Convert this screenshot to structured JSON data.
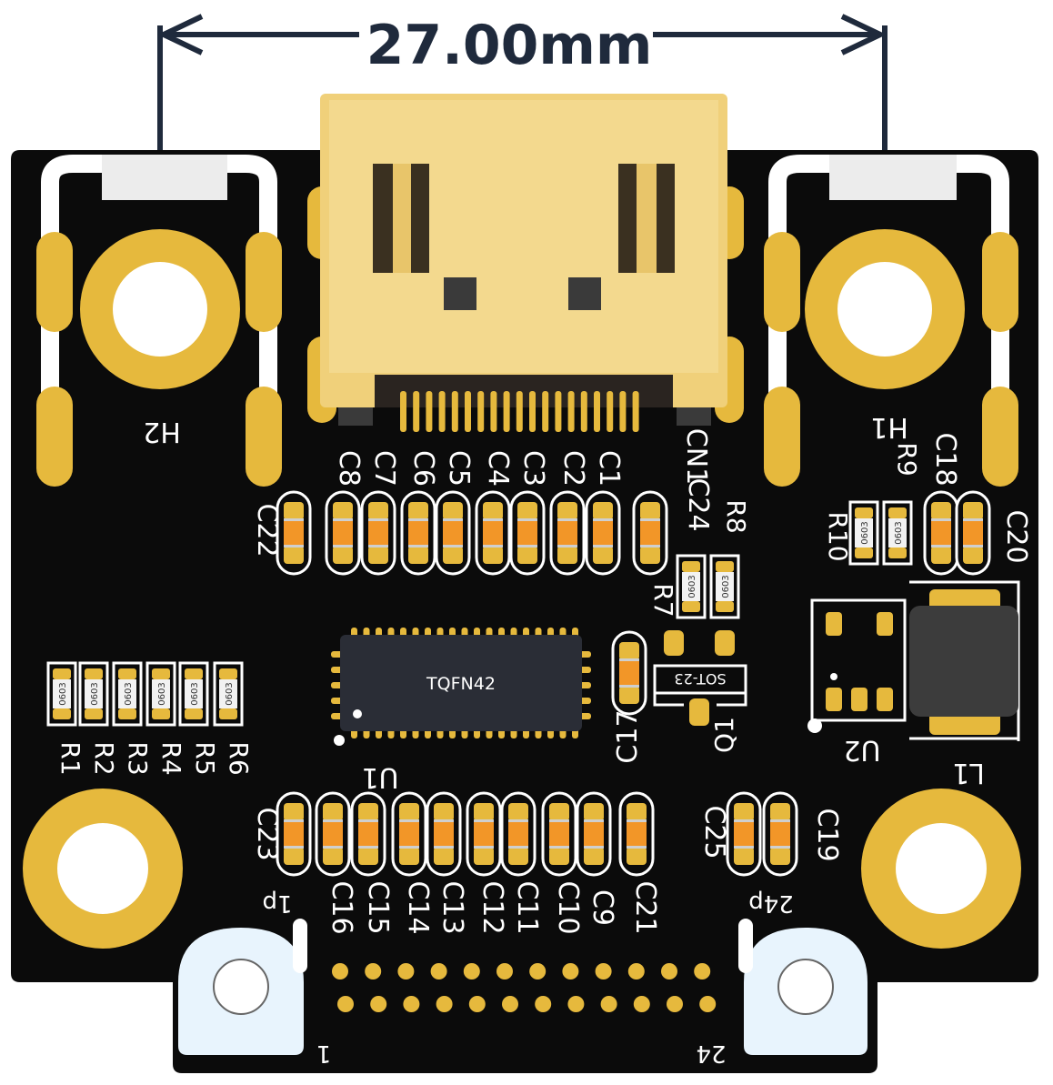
{
  "dimension": {
    "label": "27.00mm"
  },
  "ic": {
    "package": "TQFN42"
  },
  "sot": {
    "package": "SOT-23"
  },
  "resistor_pkg": "0603",
  "refdes": {
    "H1": "H1",
    "H2": "H2",
    "CN1": "CN1",
    "U1": "U1",
    "U2": "U2",
    "Q1": "Q1",
    "L1": "L1",
    "R1": "R1",
    "R2": "R2",
    "R3": "R3",
    "R4": "R4",
    "R5": "R5",
    "R6": "R6",
    "R7": "R7",
    "R8": "R8",
    "R9": "R9",
    "R10": "R10",
    "C1": "C1",
    "C2": "C2",
    "C3": "C3",
    "C4": "C4",
    "C5": "C5",
    "C6": "C6",
    "C7": "C7",
    "C8": "C8",
    "C9": "C9",
    "C10": "C10",
    "C11": "C11",
    "C12": "C12",
    "C13": "C13",
    "C14": "C14",
    "C15": "C15",
    "C16": "C16",
    "C17": "C17",
    "C18": "C18",
    "C19": "C19",
    "C20": "C20",
    "C21": "C21",
    "C22": "C22",
    "C23": "C23",
    "C24": "C24",
    "C25": "C25"
  },
  "pins": {
    "p1": "1p",
    "p24": "24p",
    "n1": "1",
    "n24": "24"
  },
  "colors": {
    "board": "#0b0b0b",
    "gold": "#e6b93d",
    "silk": "#ffffff",
    "cap": "#f29628",
    "ic": "#2a2d36"
  }
}
